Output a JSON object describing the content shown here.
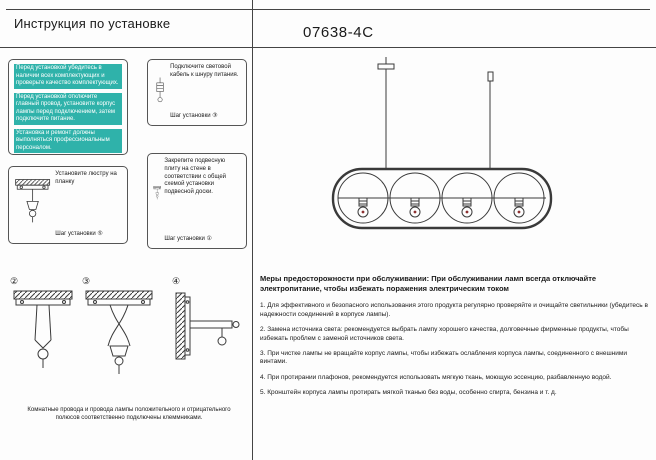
{
  "page": {
    "title": "Инструкция по установке",
    "model": "07638-4C"
  },
  "colors": {
    "highlight_teal": "#2fb2aa",
    "line": "#3a3a3a"
  },
  "left": {
    "warnings": [
      "Перед установкой убедитесь в наличии всех комплектующих и проверьте качество комплектующих.",
      "Перед установкой отключите главный провод, установите корпус лампы перед подключением, затем подключите питание.",
      "Установка и ремонт должны выполняться профессиональным персоналом."
    ],
    "steps": [
      {
        "text": "Подключите световой кабель к шнуру питания.",
        "label": "Шаг установки ③"
      },
      {
        "text": "Установите люстру на планку",
        "label": "Шаг установки ⑤"
      },
      {
        "text": "Закрепите подвесную плиту на стене в соответствии с общей схемой установки подвесной доски.",
        "label": "Шаг установки ①"
      }
    ],
    "panel_numbers": [
      "②",
      "③",
      "④"
    ],
    "caption": "Комнатные провода и провода лампы положительного и отрицательного полюсов соответственно подключены клеммниками."
  },
  "right": {
    "precaution": "Меры предосторожности при обслуживании: При обслуживании ламп всегда отключайте электропитание, чтобы избежать поражения электрическим током",
    "notes": [
      "1.  Для эффективного и безопасного использования этого продукта регулярно проверяйте и очищайте светильники (убедитесь в надежности соединений в корпусе лампы).",
      "2.  Замена источника света: рекомендуется выбрать лампу хорошего качества, долговечные фирменные продукты, чтобы избежать проблем с заменой источников света.",
      "3.  При чистке лампы не вращайте корпус лампы, чтобы избежать ослабления корпуса лампы, соединенного с внешними винтами.",
      "4.  При протирании плафонов, рекомендуется использовать мягкую ткань,  моющую эссенцию, разбавленную водой.",
      "5.  Кронштейн корпуса лампы протирать мягкой тканью без воды, особенно спирта, бензина и т. д."
    ]
  }
}
